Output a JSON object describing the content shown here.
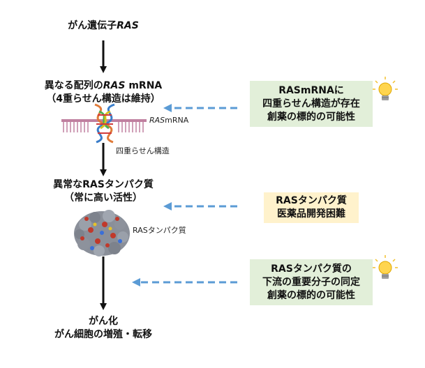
{
  "flow": {
    "step1": {
      "pre": "がん遺伝子",
      "gene": "RAS"
    },
    "step2": {
      "pre": "異なる配列の",
      "gene": "RAS",
      "post": " mRNA",
      "line2": "（4重らせん構造は維持）"
    },
    "mrna_label": {
      "gene": "RAS",
      "post": "mRNA"
    },
    "quad_label": "四重らせん構造",
    "step3": {
      "line1": "異常なRASタンパク質",
      "line2": "（常に高い活性）"
    },
    "protein_label": "RASタンパク質",
    "step4": {
      "line1": "がん化",
      "line2": "がん細胞の増殖・転移"
    }
  },
  "boxes": {
    "box1": {
      "line1": "RASmRNAに",
      "line2": "四重らせん構造が存在",
      "line3": "創薬の標的の可能性"
    },
    "box2": {
      "line1": "RASタンパク質",
      "line2": "医薬品開発困難"
    },
    "box3": {
      "line1": "RASタンパク質の",
      "line2": "下流の重要分子の同定",
      "line3": "創薬の標的の可能性"
    }
  },
  "colors": {
    "arrow": "#111111",
    "dashed_arrow": "#5b9bd5",
    "box_green": "#e2efd9",
    "box_yellow": "#fff2cc",
    "mrna_comb": "#c080a0"
  },
  "icons": [
    "lightbulb-icon",
    "lightbulb-icon"
  ]
}
